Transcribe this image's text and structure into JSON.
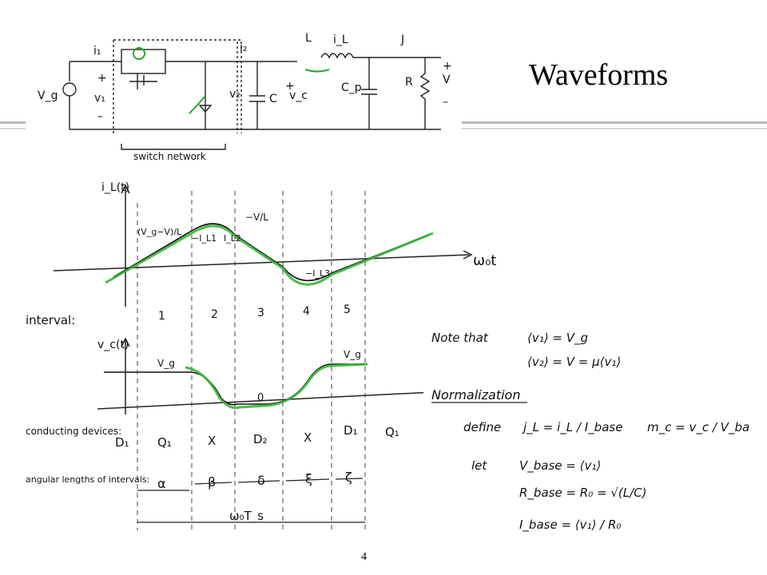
{
  "slide": {
    "title": "Waveforms",
    "page_number": "4"
  },
  "circuit": {
    "labels": {
      "i1": "i₁",
      "i2": "i₂",
      "L": "L",
      "iL": "i_L",
      "J": "J",
      "Vg": "V_g",
      "v1": "v₁",
      "v2": "v₂",
      "C": "C",
      "vc": "v_c",
      "Cp": "C_p",
      "R": "R",
      "V": "V",
      "plus": "+",
      "minus": "–",
      "switch_network": "switch network"
    }
  },
  "waveforms": {
    "iL_axis": "i_L(t)",
    "time_axis": "ω₀t",
    "vc_axis": "v_c(t)",
    "slope1": "(V_g−V)/L",
    "slope2": "−V/L",
    "IL1": "−I_L1",
    "IL2": "I_L2",
    "IL3": "−I_L3",
    "interval_label": "interval:",
    "intervals": [
      "1",
      "2",
      "3",
      "4",
      "5"
    ],
    "vc_Vg_left": "V_g",
    "vc_Vg_right": "V_g",
    "vc_zero": "0",
    "conducting_label": "conducting devices:",
    "devices": [
      "D₁",
      "Q₁",
      "X",
      "D₂",
      "X",
      "D₁",
      "Q₁"
    ],
    "angular_label": "angular lengths of intervals:",
    "angles": [
      "α",
      "β",
      "δ",
      "ξ",
      "ζ"
    ],
    "period": "ω₀T_s"
  },
  "notes": {
    "note_that": "Note that",
    "eq1": "⟨v₁⟩ = V_g",
    "eq2": "⟨v₂⟩ = V = μ⟨v₁⟩",
    "normalization": "Normalization",
    "define": "define",
    "jL": "j_L = i_L / I_base",
    "mc": "m_c = v_c / V_base",
    "let": "let",
    "Vbase": "V_base = ⟨v₁⟩",
    "Rbase": "R_base = R₀ = √(L/C)",
    "Ibase": "I_base = ⟨v₁⟩ / R₀"
  }
}
